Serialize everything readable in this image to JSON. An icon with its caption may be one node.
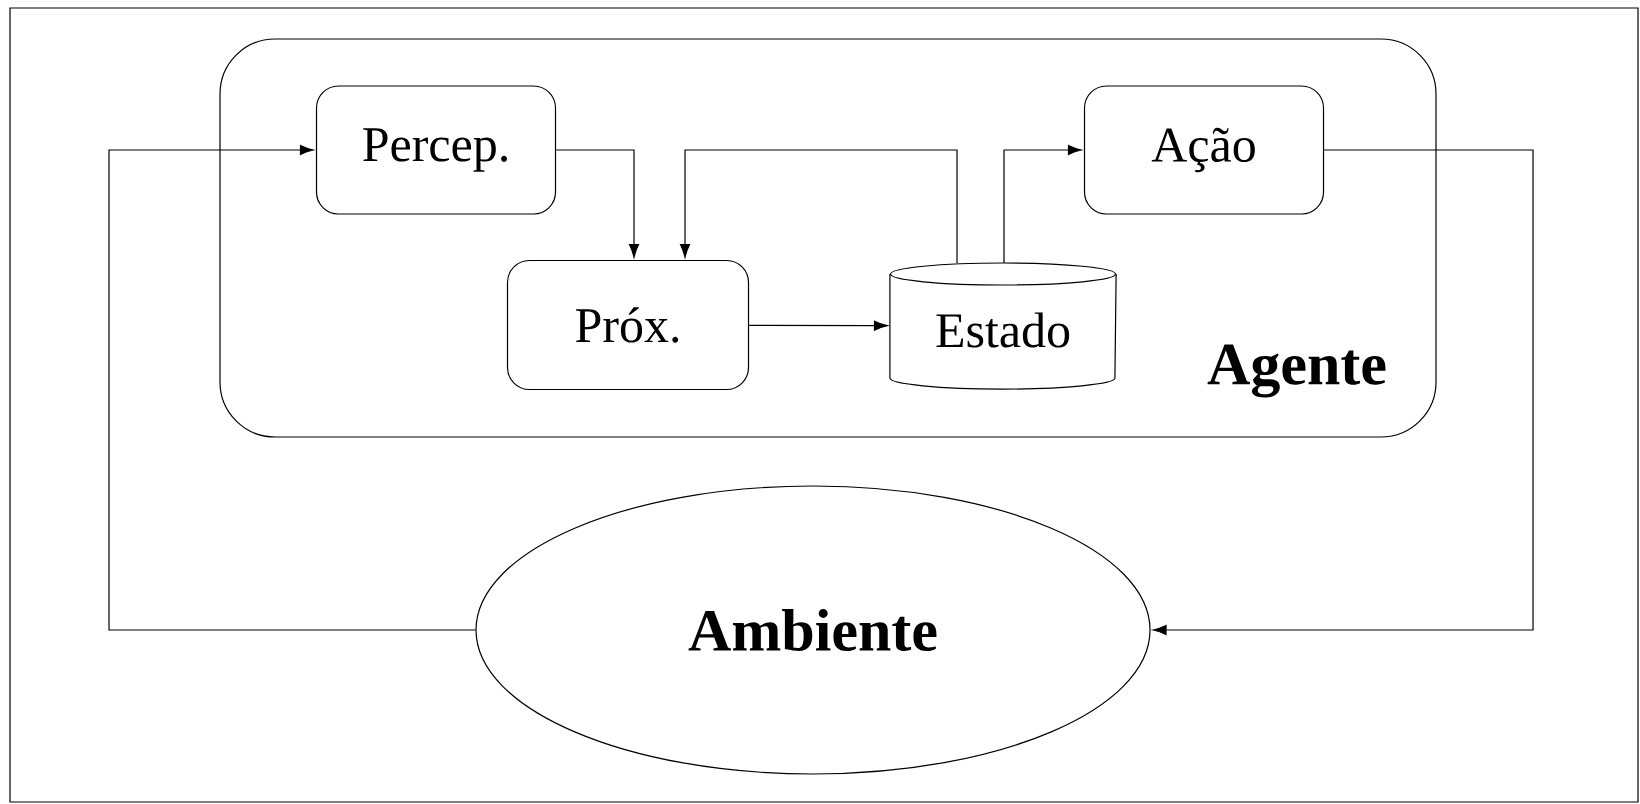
{
  "diagram": {
    "nodes": [
      {
        "text": [
          "Agente"
        ]
      },
      {
        "text": [
          "Percep."
        ],
        "in": 0
      },
      {
        "text": [
          "Próx."
        ],
        "in": 0
      },
      {
        "text": [
          "Estado"
        ],
        "in": 0
      },
      {
        "text": [
          "Ação"
        ],
        "in": 0
      },
      {
        "text": [
          "Ambiente"
        ]
      }
    ],
    "edges": [
      {
        "from": 5,
        "to": 1,
        "arrow": "to"
      },
      {
        "from": 1,
        "to": 2,
        "arrow": "to"
      },
      {
        "from": 3,
        "to": 2,
        "arrow": "to"
      },
      {
        "from": 2,
        "to": 3,
        "arrow": "to"
      },
      {
        "from": 3,
        "to": 4,
        "arrow": "to"
      },
      {
        "from": 4,
        "to": 5,
        "arrow": "to"
      }
    ]
  }
}
